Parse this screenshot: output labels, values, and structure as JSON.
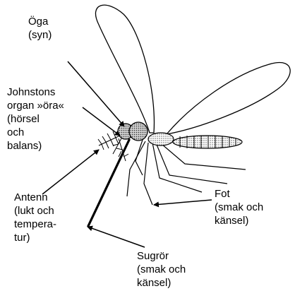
{
  "labels": {
    "eye": [
      "Öga",
      "(syn)"
    ],
    "johnston": [
      "Johnstons",
      "organ »öra«",
      "(hörsel",
      "och",
      "balans)"
    ],
    "antenna": [
      "Antenn",
      "(lukt och",
      "tempera-",
      "tur)"
    ],
    "foot": [
      "Fot",
      "(smak och",
      "känsel)"
    ],
    "proboscis": [
      "Sugrör",
      "(smak och",
      "känsel)"
    ]
  },
  "colors": {
    "ink": "#000000",
    "background": "#ffffff"
  }
}
